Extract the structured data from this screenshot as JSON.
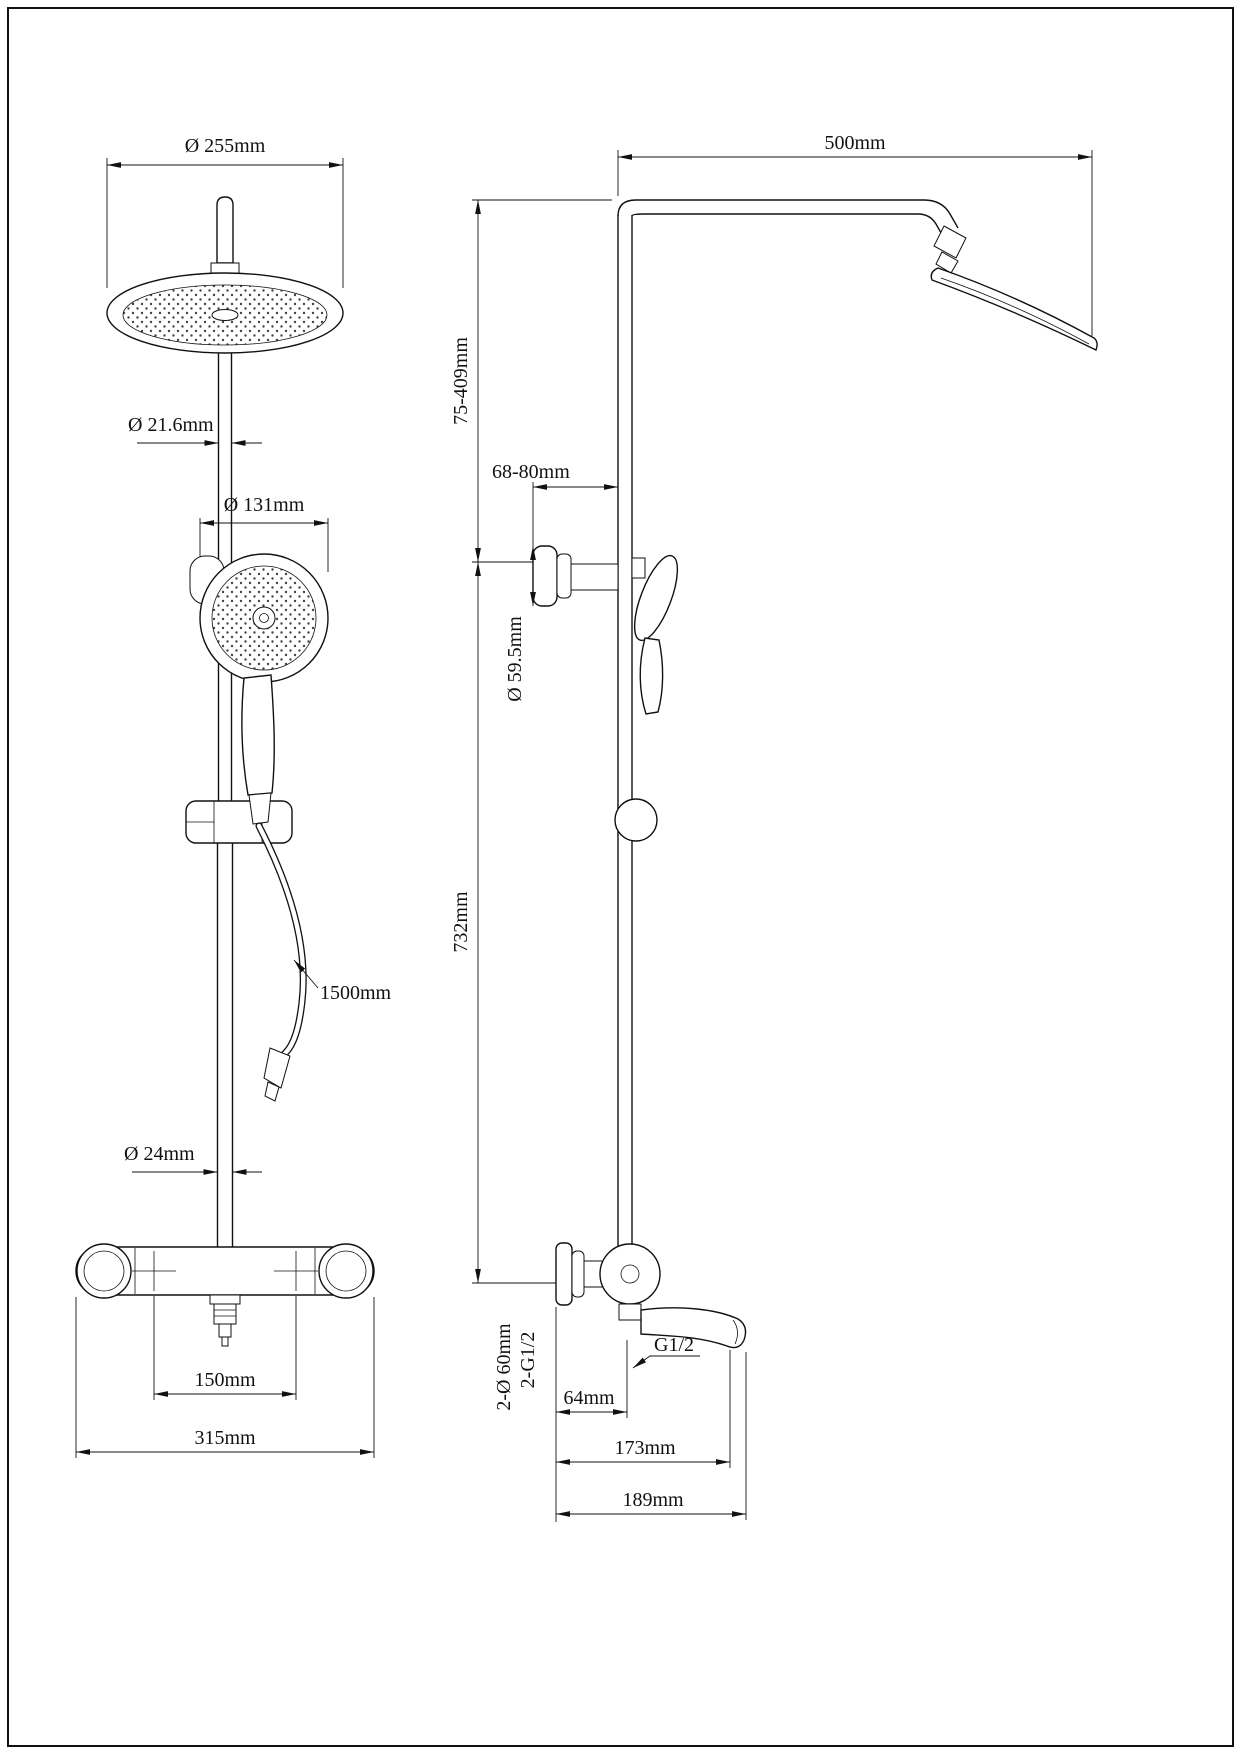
{
  "drawing": {
    "front_view": {
      "head_diameter": "Ø 255mm",
      "upper_pipe_diameter": "Ø 21.6mm",
      "hand_shower_diameter": "Ø 131mm",
      "hose_length": "1500mm",
      "riser_diameter": "Ø 24mm",
      "valve_center_distance": "150mm",
      "body_width": "315mm"
    },
    "side_view": {
      "arm_length": "500mm",
      "head_height_range": "75-409mm",
      "wall_clearance": "68-80mm",
      "bracket_diameter": "Ø 59.5mm",
      "riser_length": "732mm",
      "flange_spec": "2-Ø 60mm",
      "inlet_thread": "2-G1/2",
      "spout_thread": "G1/2",
      "spout_offset": "64mm",
      "spout_reach": "173mm",
      "overall_depth": "189mm"
    }
  }
}
